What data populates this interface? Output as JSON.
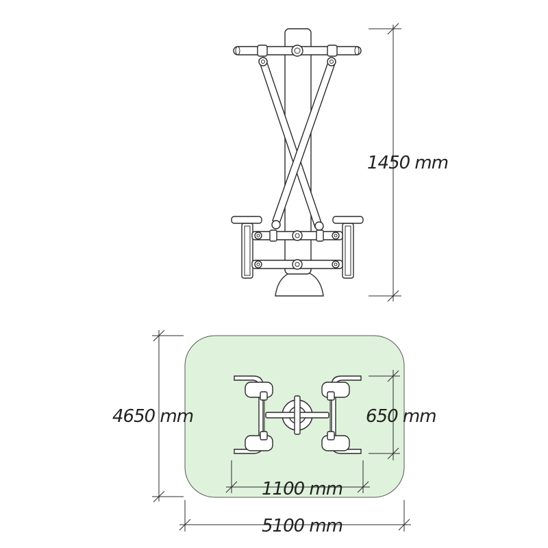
{
  "dimensions": {
    "height": "1450 mm",
    "depth": "4650 mm",
    "width": "5100 mm",
    "seat_spacing_y": "650 mm",
    "seat_spacing_x": "1100 mm"
  },
  "colors": {
    "line": "#2a2a2a",
    "safety_area_fill": "#dff2dc",
    "safety_area_stroke": "#555555"
  }
}
